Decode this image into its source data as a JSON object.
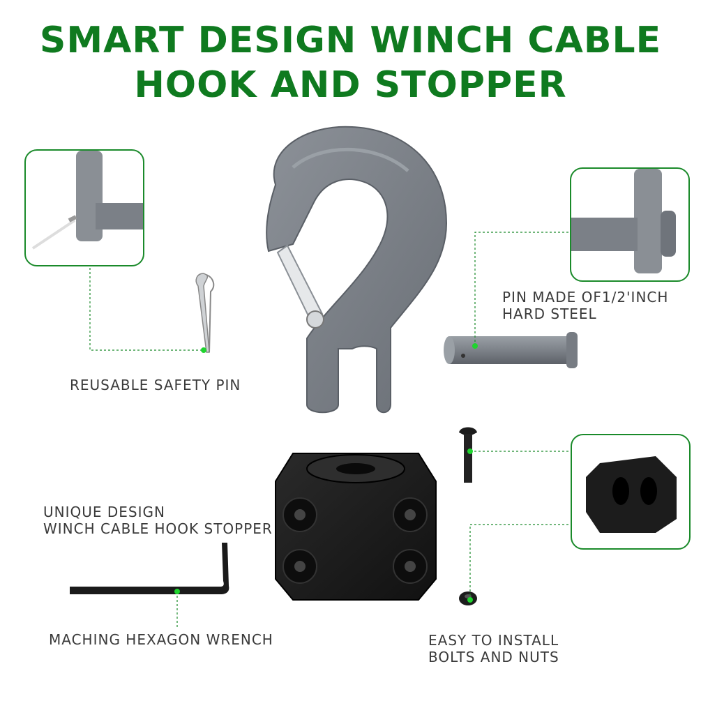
{
  "title": {
    "line1": "SMART DESIGN WINCH CABLE",
    "line2": "HOOK AND STOPPER"
  },
  "labels": {
    "safety_pin": "REUSABLE SAFETY PIN",
    "pin_line1": "PIN MADE OF1/2'INCH",
    "pin_line2": "HARD STEEL",
    "stopper_line1": "UNIQUE DESIGN",
    "stopper_line2": "WINCH CABLE HOOK STOPPER",
    "wrench": "MACHING HEXAGON WRENCH",
    "bolts_line1": "EASY TO INSTALL",
    "bolts_line2": "BOLTS AND NUTS"
  },
  "colors": {
    "title_green": "#0f7a1f",
    "accent_green": "#1a8a2a",
    "hook_gray": "#7b8087",
    "stopper_black": "#1c1c1c",
    "text_gray": "#3a3a3a"
  }
}
